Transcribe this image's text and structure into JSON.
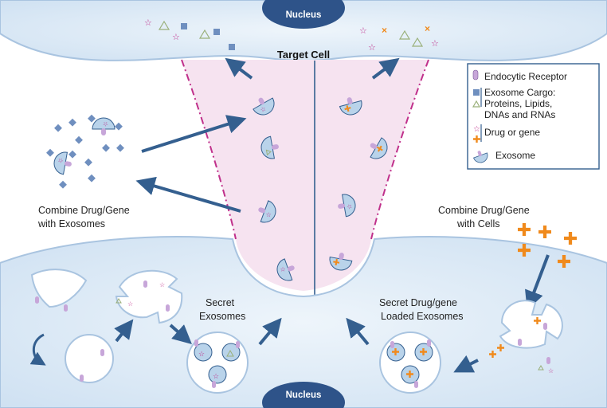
{
  "labels": {
    "nucleus_top": "Nucleus",
    "nucleus_bottom": "Nucleus",
    "target_cell": "Target Cell",
    "combine_exosomes_line1": "Combine Drug/Gene",
    "combine_exosomes_line2": "with Exosomes",
    "combine_cells_line1": "Combine Drug/Gene",
    "combine_cells_line2": "with Cells",
    "secret_exosomes_line1": "Secret",
    "secret_exosomes_line2": "Exosomes",
    "secret_loaded_line1": "Secret Drug/gene",
    "secret_loaded_line2": "Loaded Exosomes"
  },
  "legend": {
    "receptor": "Endocytic Receptor",
    "cargo_line1": "Exosome Cargo:",
    "cargo_line2": "Proteins, Lipids,",
    "cargo_line3": "DNAs and RNAs",
    "drug": "Drug or gene",
    "exosome": "Exosome"
  },
  "colors": {
    "cell_fill": "#d6e6f4",
    "cell_edge": "#a9c4e0",
    "nucleus": "#2e5389",
    "arrow": "#345f8f",
    "funnel": "#f6e3f0",
    "funnel_edge": "#c0308b",
    "exosome": "#b9d3ea",
    "receptor": "#c7a6d9",
    "cargo_square": "#6f8fbf",
    "drug_plus": "#f08a1c",
    "drug_star": "#c0308b"
  },
  "icons": [
    "receptor-icon",
    "cargo-square-icon",
    "cargo-triangle-icon",
    "drug-star-icon",
    "drug-plus-icon",
    "exosome-icon"
  ]
}
